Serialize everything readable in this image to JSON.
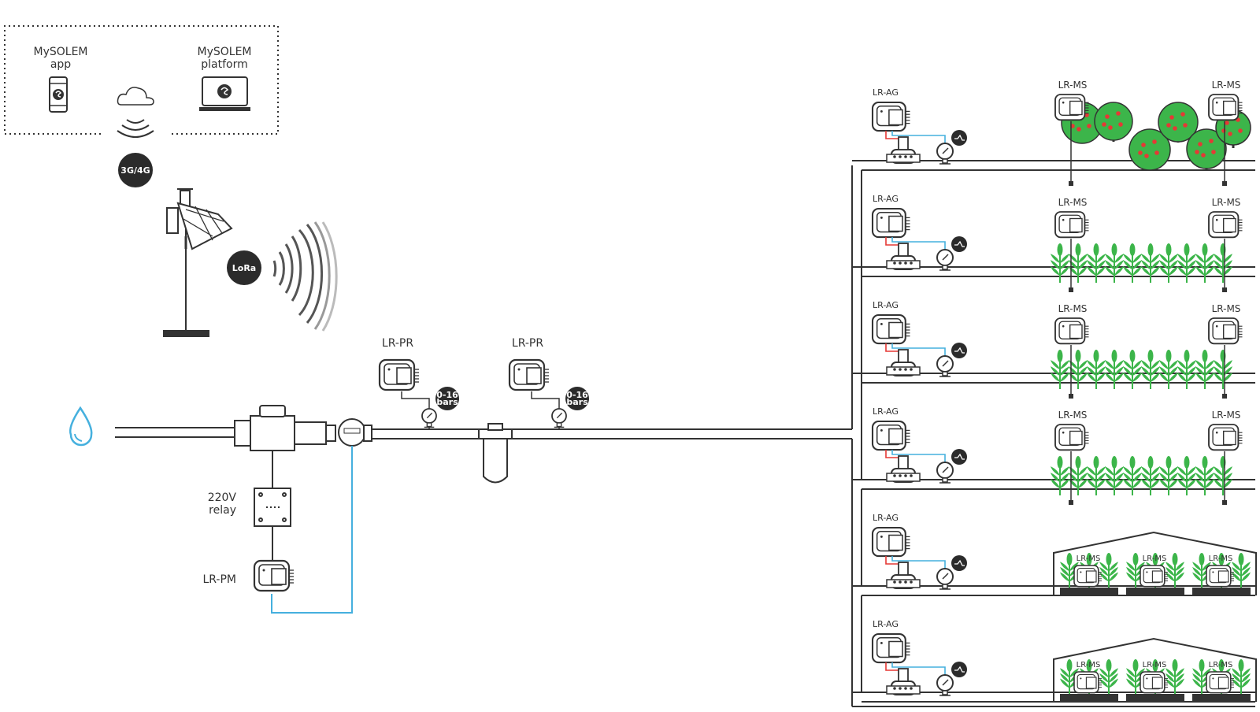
{
  "cloud_box": {
    "app_label_1": "MySOLEM",
    "app_label_2": "app",
    "platform_label_1": "MySOLEM",
    "platform_label_2": "platform"
  },
  "badges": {
    "cellular": "3G/4G",
    "lora": "LoRa",
    "pressure_1a": "0-16",
    "pressure_1b": "bars",
    "pressure_2a": "0-16",
    "pressure_2b": "bars"
  },
  "devices": {
    "pr_1": "LR-PR",
    "pr_2": "LR-PR",
    "relay_1": "220V",
    "relay_2": "relay",
    "pm": "LR-PM",
    "ag": "LR-AG",
    "ms": "LR-MS"
  },
  "colors": {
    "line": "#333333",
    "water": "#45b0de",
    "wire_red": "#e53935",
    "leaf": "#3cb54a",
    "tree": "#3cb54a",
    "fruit": "#e53935",
    "badge": "#2b2b2b"
  },
  "zones": [
    {
      "type": "orchard",
      "ag_label": "LR-AG",
      "ms_labels": [
        "LR-MS",
        "LR-MS"
      ]
    },
    {
      "type": "field",
      "ag_label": "LR-AG",
      "ms_labels": [
        "LR-MS",
        "LR-MS"
      ]
    },
    {
      "type": "field",
      "ag_label": "LR-AG",
      "ms_labels": [
        "LR-MS",
        "LR-MS"
      ]
    },
    {
      "type": "field",
      "ag_label": "LR-AG",
      "ms_labels": [
        "LR-MS",
        "LR-MS"
      ]
    },
    {
      "type": "greenhouse",
      "ag_label": "LR-AG",
      "ms_labels": [
        "LR-MS",
        "LR-MS",
        "LR-MS"
      ]
    },
    {
      "type": "greenhouse",
      "ag_label": "LR-AG",
      "ms_labels": [
        "LR-MS",
        "LR-MS",
        "LR-MS"
      ]
    }
  ]
}
